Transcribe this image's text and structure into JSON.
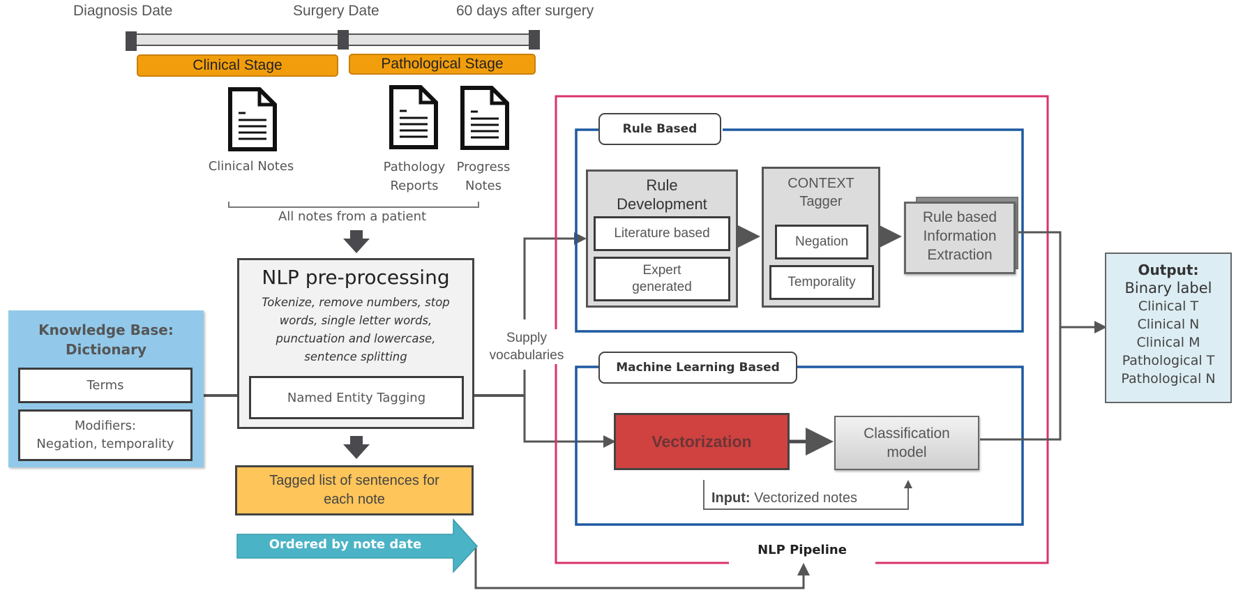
{
  "timeline": {
    "points": [
      {
        "label": "Diagnosis Date"
      },
      {
        "label": "Surgery Date"
      },
      {
        "label": "60 days after surgery"
      }
    ],
    "stages": [
      {
        "label": "Clinical Stage"
      },
      {
        "label": "Pathological Stage"
      }
    ]
  },
  "documents": [
    {
      "icon": "document-icon",
      "label_lines": [
        "Clinical Notes"
      ]
    },
    {
      "icon": "document-icon",
      "label_lines": [
        "Pathology",
        "Reports"
      ]
    },
    {
      "icon": "document-icon",
      "label_lines": [
        "Progress",
        "Notes"
      ]
    }
  ],
  "notes_bracket_label": "All notes from a patient",
  "knowledge_base": {
    "title_lines": [
      "Knowledge Base:",
      "Dictionary"
    ],
    "items": [
      {
        "lines": [
          "Terms"
        ]
      },
      {
        "lines": [
          "Modifiers:",
          "Negation, temporality"
        ]
      }
    ]
  },
  "preprocessing": {
    "title": "NLP pre-processing",
    "description_lines": [
      "Tokenize, remove numbers, stop",
      "words, single letter words,",
      "punctuation and lowercase,",
      "sentence splitting"
    ],
    "sub_box": "Named Entity Tagging"
  },
  "tagged_list": {
    "lines": [
      "Tagged list of sentences for",
      "each note"
    ]
  },
  "ordered_arrow": {
    "label": "Ordered by note date"
  },
  "supply_label": {
    "lines": [
      "Supply",
      "vocabularies"
    ]
  },
  "pipeline": {
    "label": "NLP Pipeline",
    "rule_based": {
      "tag": "Rule Based",
      "rule_development": {
        "title_lines": [
          "Rule",
          "Development"
        ],
        "items": [
          {
            "lines": [
              "Literature based"
            ]
          },
          {
            "lines": [
              "Expert",
              "generated"
            ]
          }
        ]
      },
      "context_tagger": {
        "title_lines": [
          "CONTEXT",
          "Tagger"
        ],
        "items": [
          {
            "lines": [
              "Negation"
            ]
          },
          {
            "lines": [
              "Temporality"
            ]
          }
        ]
      },
      "extraction": {
        "lines": [
          "Rule based",
          "Information",
          "Extraction"
        ]
      }
    },
    "ml_based": {
      "tag": "Machine Learning Based",
      "vectorization": "Vectorization",
      "classifier": {
        "lines": [
          "Classification",
          "model"
        ]
      },
      "input_note": {
        "bold": "Input:",
        "text": " Vectorized notes"
      }
    }
  },
  "output": {
    "title": "Output:",
    "lines": [
      "Binary label",
      "Clinical T",
      "Clinical N",
      "Clinical M",
      "Pathological T",
      "Pathological N"
    ]
  },
  "colors": {
    "stage_orange": "#f29e0c",
    "tagged_orange": "#fec55a",
    "kb_blue": "#92c9ea",
    "output_blue": "#dcedf3",
    "arrow_teal": "#4bb3c6",
    "vector_red": "#cf4240",
    "pipeline_red": "#d8336a",
    "group_blue": "#1d5aa0",
    "connector_gray": "#555555"
  }
}
